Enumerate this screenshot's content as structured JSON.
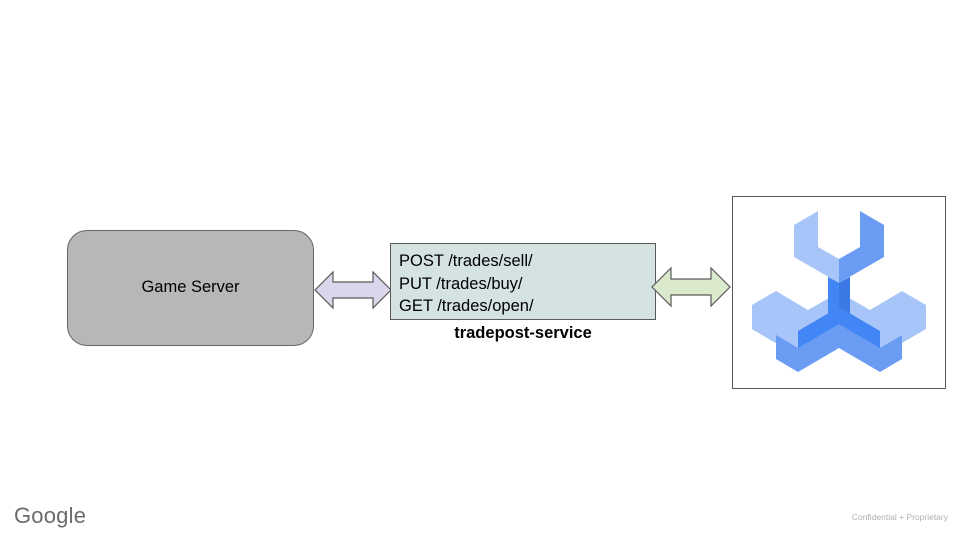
{
  "slide": {
    "background_color": "#ffffff",
    "title_text": null
  },
  "game_server": {
    "label": "Game Server",
    "fill_color": "#b7b7b7",
    "border_color": "#666666"
  },
  "service": {
    "endpoints": [
      "POST /trades/sell/",
      "PUT /trades/buy/",
      "GET /trades/open/"
    ],
    "caption": "tradepost-service",
    "fill_color": "#d4e2e2",
    "border_color": "#595959"
  },
  "connectors": {
    "left": {
      "name": "game-server-to-service-arrow",
      "direction": "bidirectional",
      "fill_color": "#dcd6ec",
      "border_color": "#595959"
    },
    "right": {
      "name": "service-to-tools-arrow",
      "direction": "bidirectional",
      "fill_color": "#dbeacd",
      "border_color": "#595959"
    }
  },
  "logo_panel": {
    "icon_name": "cloud-tools-wrench-icon",
    "border_color": "#595959",
    "colors": {
      "light": "#a7c5f9",
      "medium": "#6a9cf4",
      "dark": "#4285f4",
      "deep": "#3b7ae4"
    }
  },
  "footer": {
    "brand": "Google",
    "brand_color": "#6b6b6b",
    "confidential": "Confidential + Proprietary",
    "confidential_color": "#b0b0b0"
  }
}
